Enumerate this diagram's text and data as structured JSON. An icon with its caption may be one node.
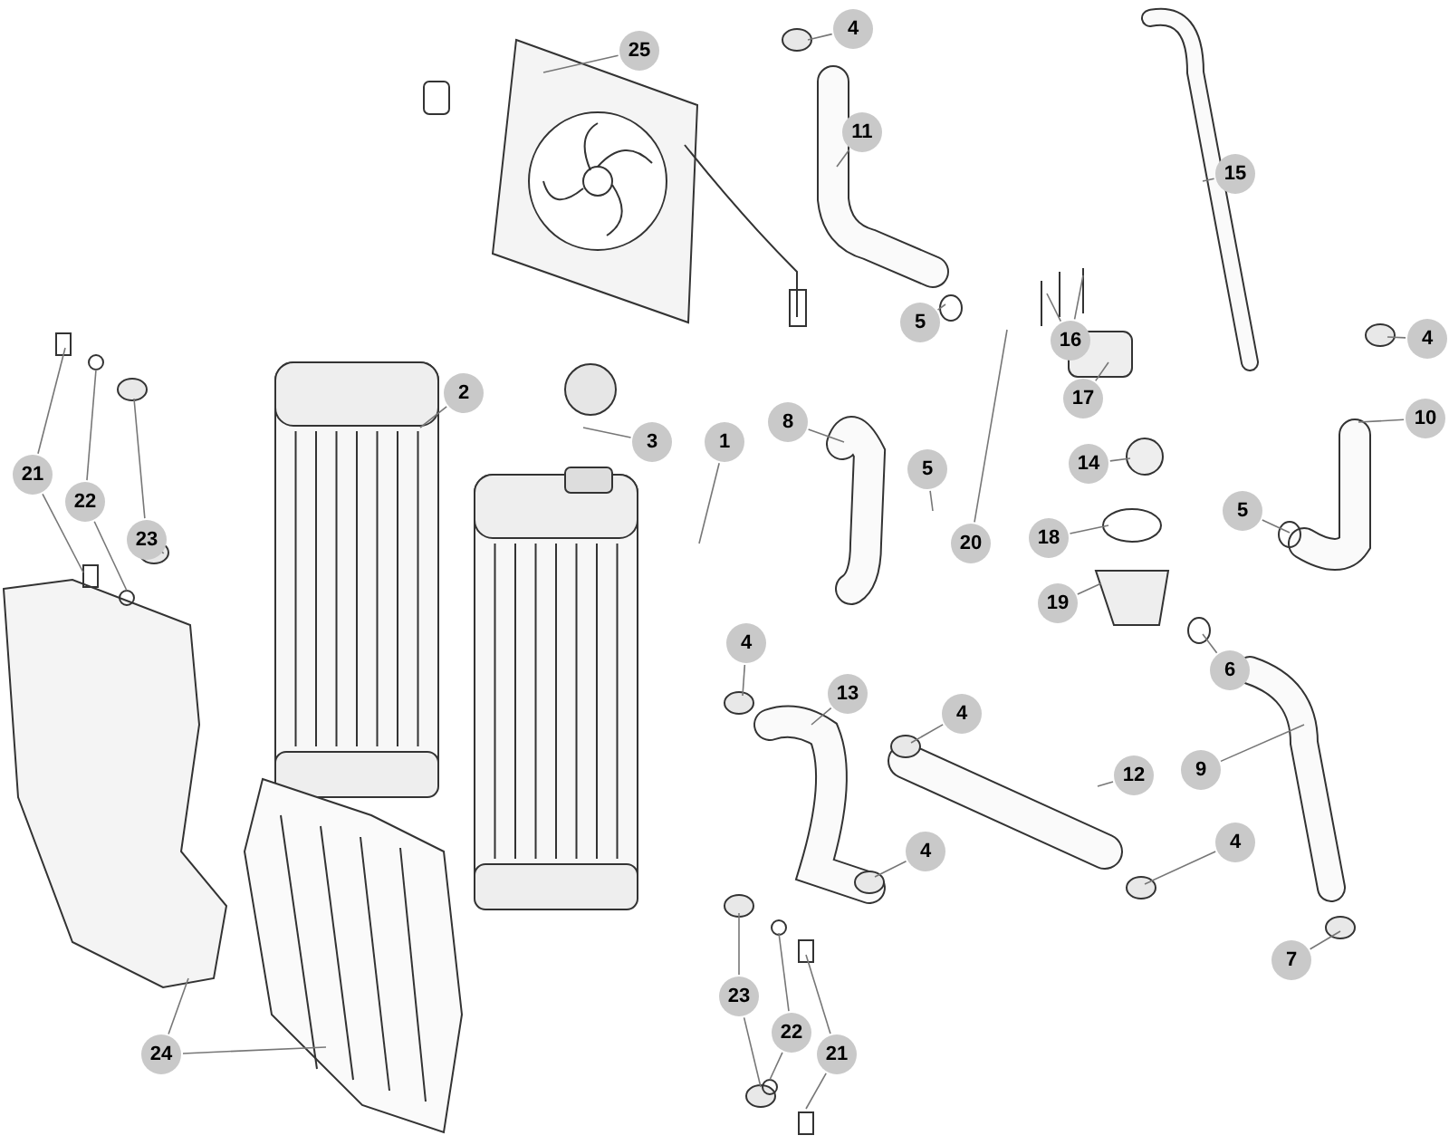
{
  "diagram": {
    "nodes": [
      {
        "text": [
          "25"
        ]
      },
      {
        "text": [
          "4"
        ]
      },
      {
        "text": [
          "11"
        ]
      },
      {
        "text": [
          "15"
        ]
      },
      {
        "text": [
          "5"
        ]
      },
      {
        "text": [
          "16"
        ]
      },
      {
        "text": [
          "17"
        ]
      },
      {
        "text": [
          "4"
        ]
      },
      {
        "text": [
          "10"
        ]
      },
      {
        "text": [
          "5"
        ]
      },
      {
        "text": [
          "8"
        ]
      },
      {
        "text": [
          "5"
        ]
      },
      {
        "text": [
          "20"
        ]
      },
      {
        "text": [
          "14"
        ]
      },
      {
        "text": [
          "18"
        ]
      },
      {
        "text": [
          "19"
        ]
      },
      {
        "text": [
          "6"
        ]
      },
      {
        "text": [
          "9"
        ]
      },
      {
        "text": [
          "7"
        ]
      },
      {
        "text": [
          "2"
        ]
      },
      {
        "text": [
          "3"
        ]
      },
      {
        "text": [
          "1"
        ]
      },
      {
        "text": [
          "21"
        ]
      },
      {
        "text": [
          "22"
        ]
      },
      {
        "text": [
          "23"
        ]
      },
      {
        "text": [
          "4"
        ]
      },
      {
        "text": [
          "13"
        ]
      },
      {
        "text": [
          "4"
        ]
      },
      {
        "text": [
          "12"
        ]
      },
      {
        "text": [
          "4"
        ]
      },
      {
        "text": [
          "4"
        ]
      },
      {
        "text": [
          "24"
        ]
      },
      {
        "text": [
          "23"
        ]
      },
      {
        "text": [
          "22"
        ]
      },
      {
        "text": [
          "21"
        ]
      }
    ],
    "edges": [
      {
        "from": 0,
        "to": null,
        "arrow": "none"
      },
      {
        "from": 1,
        "to": null,
        "arrow": "none"
      },
      {
        "from": 2,
        "to": null,
        "arrow": "none"
      },
      {
        "from": 3,
        "to": null,
        "arrow": "none"
      },
      {
        "from": 4,
        "to": null,
        "arrow": "none"
      },
      {
        "from": 5,
        "to": null,
        "arrow": "none"
      },
      {
        "from": 5,
        "to": null,
        "arrow": "none"
      },
      {
        "from": 6,
        "to": null,
        "arrow": "none"
      },
      {
        "from": 7,
        "to": null,
        "arrow": "none"
      },
      {
        "from": 8,
        "to": null,
        "arrow": "none"
      },
      {
        "from": 9,
        "to": null,
        "arrow": "none"
      },
      {
        "from": 10,
        "to": null,
        "arrow": "none"
      },
      {
        "from": 11,
        "to": null,
        "arrow": "none"
      },
      {
        "from": 12,
        "to": null,
        "arrow": "none"
      },
      {
        "from": 13,
        "to": null,
        "arrow": "none"
      },
      {
        "from": 14,
        "to": null,
        "arrow": "none"
      },
      {
        "from": 15,
        "to": null,
        "arrow": "none"
      },
      {
        "from": 16,
        "to": null,
        "arrow": "none"
      },
      {
        "from": 17,
        "to": null,
        "arrow": "none"
      },
      {
        "from": 18,
        "to": null,
        "arrow": "none"
      },
      {
        "from": 19,
        "to": null,
        "arrow": "none"
      },
      {
        "from": 20,
        "to": null,
        "arrow": "none"
      },
      {
        "from": 21,
        "to": null,
        "arrow": "none"
      },
      {
        "from": 22,
        "to": null,
        "arrow": "none"
      },
      {
        "from": 22,
        "to": null,
        "arrow": "none"
      },
      {
        "from": 23,
        "to": null,
        "arrow": "none"
      },
      {
        "from": 23,
        "to": null,
        "arrow": "none"
      },
      {
        "from": 24,
        "to": null,
        "arrow": "none"
      },
      {
        "from": 24,
        "to": null,
        "arrow": "none"
      },
      {
        "from": 25,
        "to": null,
        "arrow": "none"
      },
      {
        "from": 26,
        "to": null,
        "arrow": "none"
      },
      {
        "from": 27,
        "to": null,
        "arrow": "none"
      },
      {
        "from": 28,
        "to": null,
        "arrow": "none"
      },
      {
        "from": 29,
        "to": null,
        "arrow": "none"
      },
      {
        "from": 30,
        "to": null,
        "arrow": "none"
      },
      {
        "from": 31,
        "to": null,
        "arrow": "none"
      },
      {
        "from": 31,
        "to": null,
        "arrow": "none"
      },
      {
        "from": 32,
        "to": null,
        "arrow": "none"
      },
      {
        "from": 32,
        "to": null,
        "arrow": "none"
      },
      {
        "from": 33,
        "to": null,
        "arrow": "none"
      },
      {
        "from": 33,
        "to": null,
        "arrow": "none"
      },
      {
        "from": 34,
        "to": null,
        "arrow": "none"
      },
      {
        "from": 34,
        "to": null,
        "arrow": "none"
      }
    ]
  }
}
